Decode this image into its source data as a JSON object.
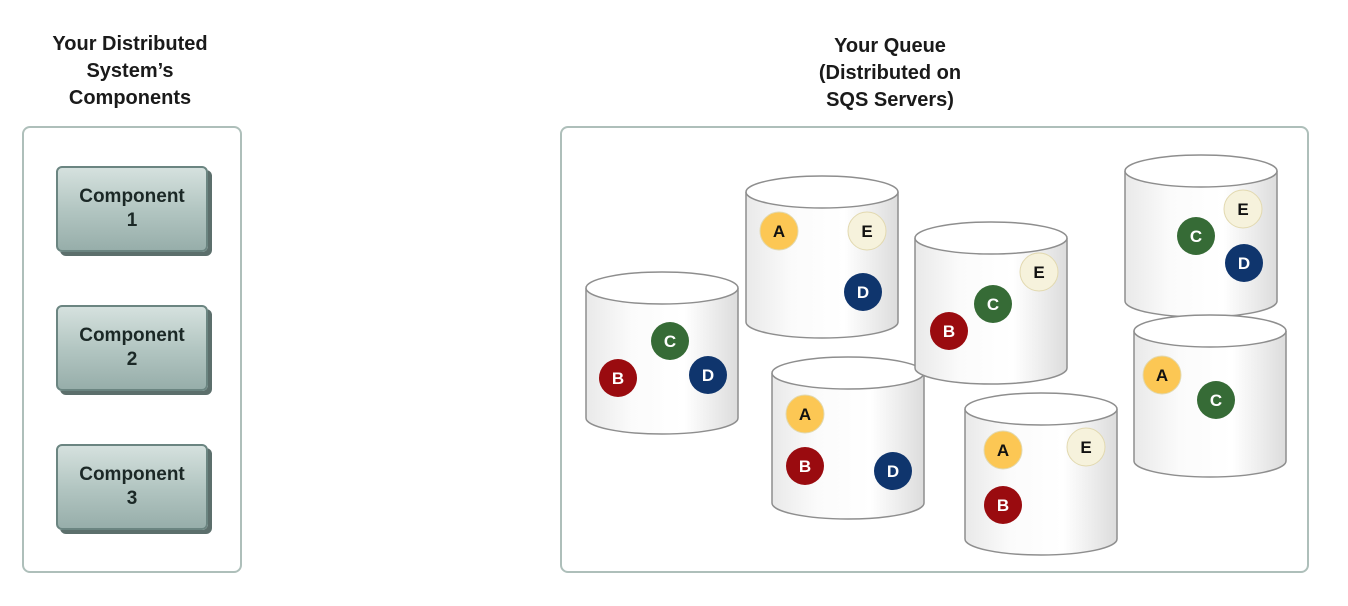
{
  "left_title": "Your Distributed\nSystem’s\nComponents",
  "right_title": "Your Queue\n(Distributed on\nSQS Servers)",
  "components": [
    {
      "line1": "Component",
      "line2": "1"
    },
    {
      "line1": "Component",
      "line2": "2"
    },
    {
      "line1": "Component",
      "line2": "3"
    }
  ],
  "colors": {
    "A": "#fcc754",
    "B": "#9a0b0f",
    "C": "#366b36",
    "D": "#0f356d",
    "E": "#f6f2dc",
    "panel_border": "#aebfba",
    "component_fill": "#b3c6c2"
  },
  "servers": [
    {
      "messages": [
        "B",
        "C",
        "D"
      ]
    },
    {
      "messages": [
        "A",
        "E",
        "D"
      ]
    },
    {
      "messages": [
        "A",
        "B",
        "D"
      ]
    },
    {
      "messages": [
        "E",
        "B",
        "C"
      ]
    },
    {
      "messages": [
        "A",
        "E",
        "B"
      ]
    },
    {
      "messages": [
        "C",
        "E",
        "D"
      ]
    },
    {
      "messages": [
        "A",
        "C"
      ]
    }
  ]
}
